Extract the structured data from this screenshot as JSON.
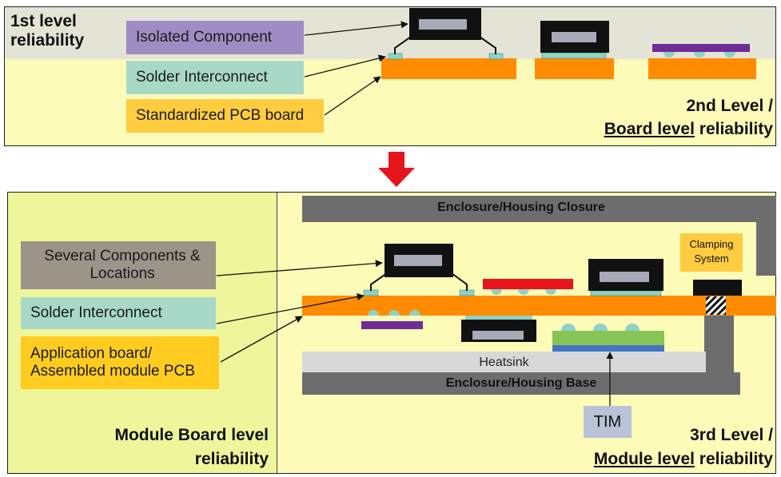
{
  "top_panel": {
    "first_level_label": "1st level reliability",
    "isolated_component": "Isolated Component",
    "solder_interconnect": "Solder Interconnect",
    "standardized_pcb": "Standardized PCB board",
    "second_level_line1": "2nd Level /",
    "second_level_underlined": "Board level",
    "second_level_rest": " reliability"
  },
  "bottom_panel": {
    "several_components_line1": "Several Components &",
    "several_components_line2": "Locations",
    "solder_interconnect": "Solder Interconnect",
    "application_board_line1": "Application board/",
    "application_board_line2": "Assembled module PCB",
    "enclosure_closure": "Enclosure/Housing Closure",
    "enclosure_base": "Enclosure/Housing Base",
    "heatsink": "Heatsink",
    "clamping_line1": "Clamping",
    "clamping_line2": "System",
    "tim": "TIM",
    "module_board_line1": "Module Board level",
    "module_board_line2": "reliability",
    "third_level_line1": "3rd Level /",
    "third_level_underlined": "Module level",
    "third_level_rest": " reliability"
  },
  "colors": {
    "light_yellow": "#fdfbb8",
    "grey_band": "#e3e3d6",
    "panel_green_yellow": "#eef59a",
    "pcb_orange": "#ff8c00",
    "solder_teal": "#8ed2c6",
    "isolated_purple": "#a08cc4",
    "several_brown": "#9c9389",
    "app_board_yellow": "#ffcc1f",
    "enclosure_grey": "#6d6d6d",
    "heatsink_grey": "#d8d8d8",
    "tim_green": "#86c454",
    "tim_blue": "#4474c4",
    "red_chip": "#e8141c",
    "dark_purple": "#6e2c96",
    "arrow_red": "#e8141c"
  }
}
